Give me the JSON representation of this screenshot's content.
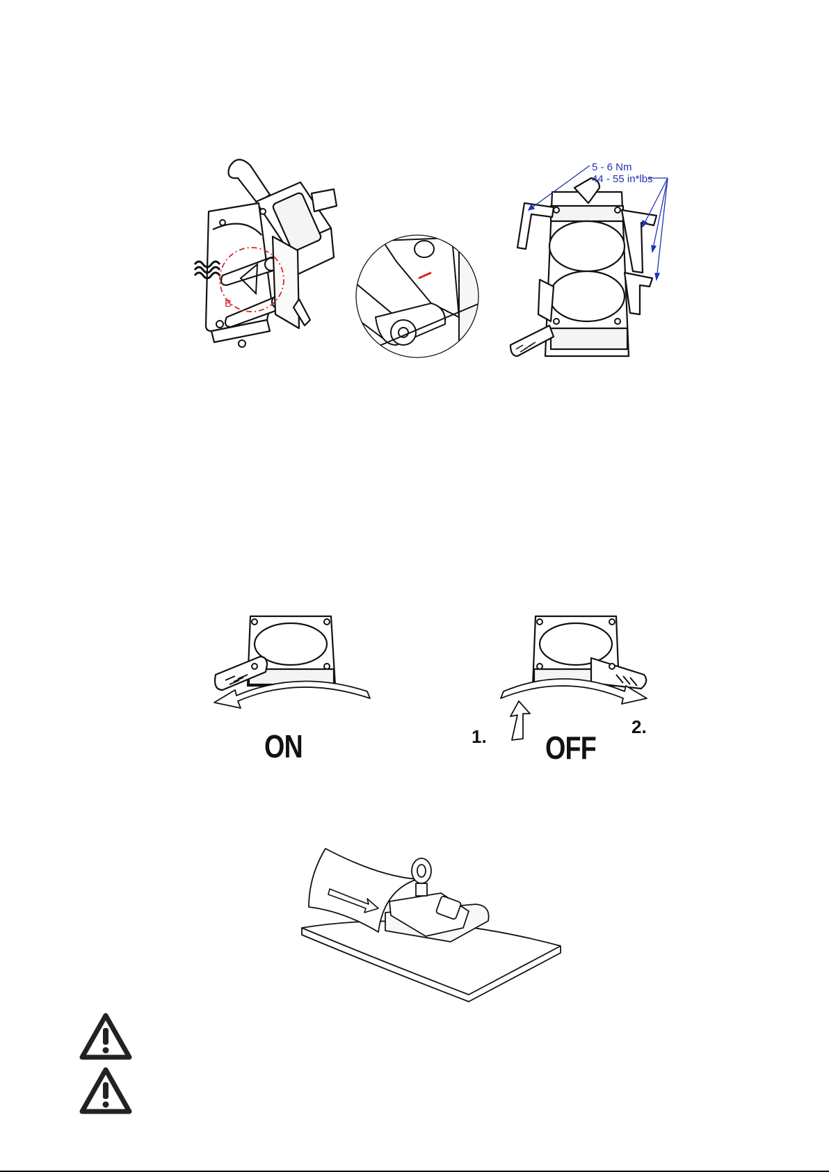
{
  "figure1": {
    "marker_b": "B",
    "torque_nm": "5 - 6 Nm",
    "torque_inlbs": "44 - 55 in*lbs"
  },
  "figure2": {
    "on_label": "ON",
    "off_label": "OFF",
    "step1": "1.",
    "step2": "2."
  },
  "colors": {
    "torque_annotation": "#2030b8",
    "marker_red": "#d8242a",
    "ink": "#111111"
  },
  "icons": [
    "warning-triangle-icon",
    "warning-triangle-icon"
  ]
}
